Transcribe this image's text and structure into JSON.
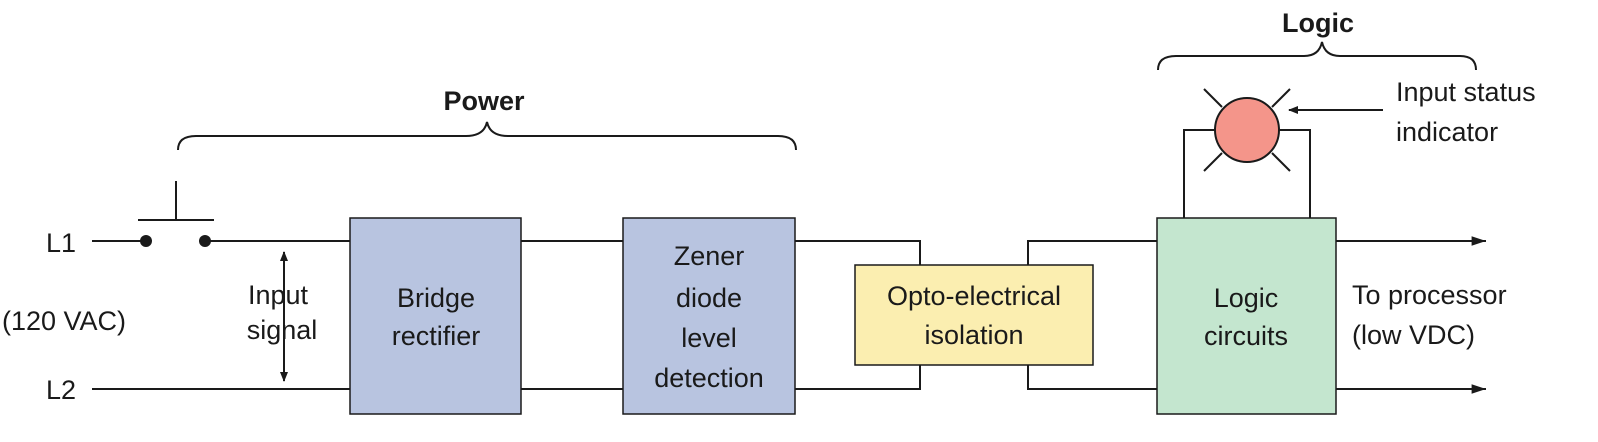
{
  "headers": {
    "power": "Power",
    "logic": "Logic"
  },
  "terminals": {
    "l1": "L1",
    "l2": "L2",
    "supply": "(120 VAC)"
  },
  "input_signal": {
    "line1": "Input",
    "line2": "signal"
  },
  "blocks": {
    "bridge": {
      "lines": [
        "Bridge",
        "rectifier"
      ],
      "fill": "#b8c4e0"
    },
    "zener": {
      "lines": [
        "Zener",
        "diode",
        "level",
        "detection"
      ],
      "fill": "#b8c4e0"
    },
    "opto": {
      "lines": [
        "Opto-electrical",
        "isolation"
      ],
      "fill": "#fbeeb0"
    },
    "logic": {
      "lines": [
        "Logic",
        "circuits"
      ],
      "fill": "#c4e6cf"
    }
  },
  "indicator": {
    "lines": [
      "Input status",
      "indicator"
    ],
    "lamp_color": "#f4958a"
  },
  "output": {
    "line1": "To processor",
    "line2": "(low VDC)"
  }
}
